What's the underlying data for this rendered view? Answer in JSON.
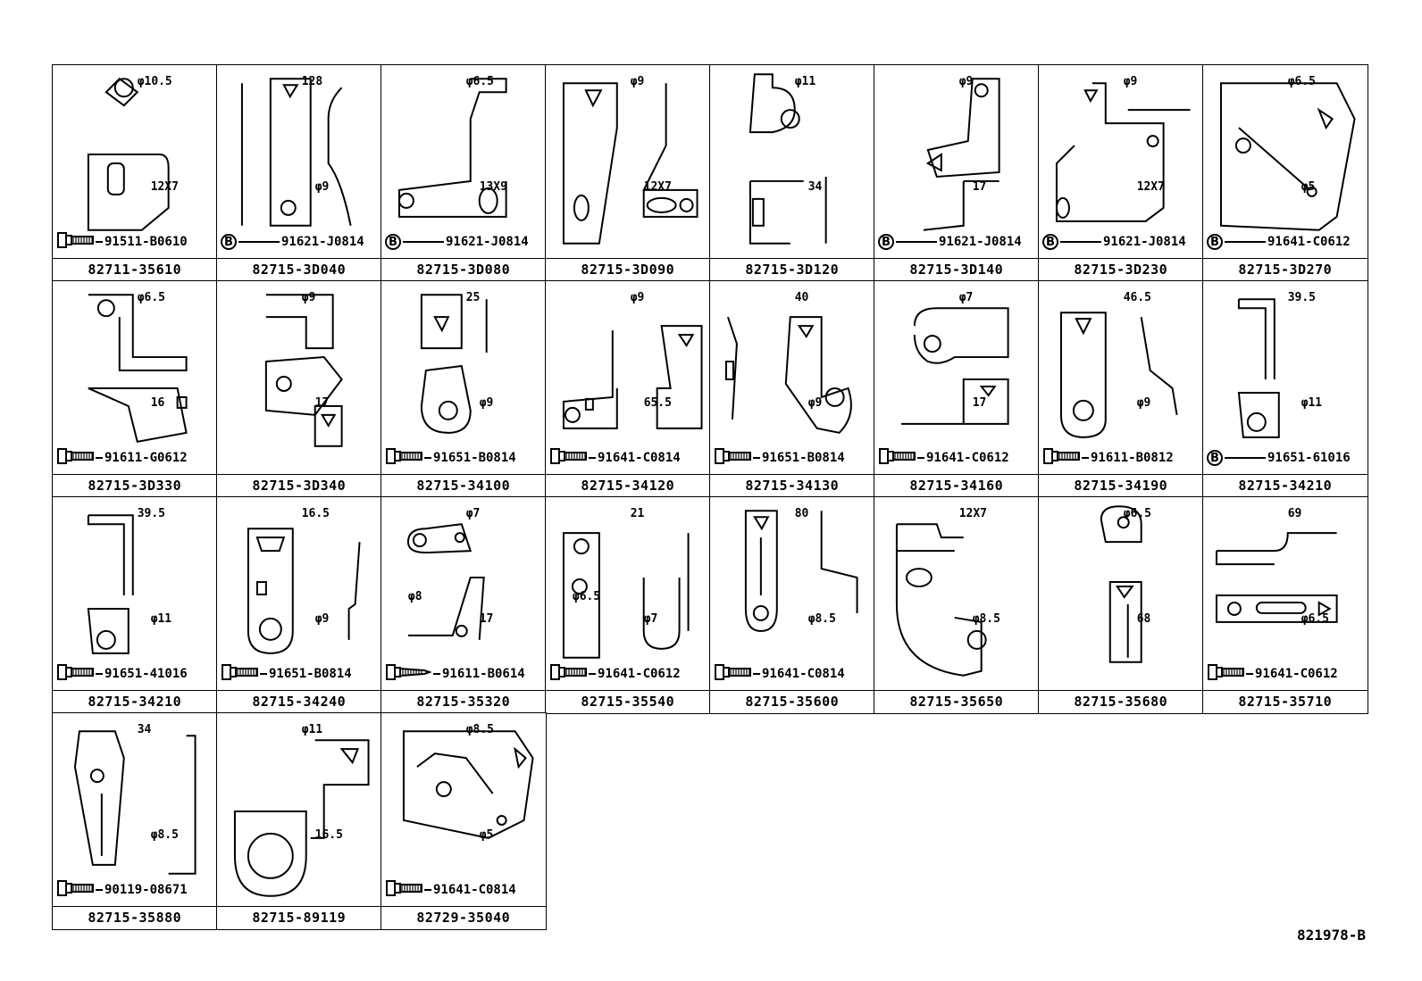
{
  "reference": "821978-B",
  "cells": [
    {
      "part": "82711-35610",
      "fastener": "91511-B0610",
      "ftype": "bolt",
      "labels": [
        "φ10.5",
        "12X7"
      ]
    },
    {
      "part": "82715-3D040",
      "fastener": "91621-J0814",
      "ftype": "B",
      "labels": [
        "128",
        "φ9"
      ]
    },
    {
      "part": "82715-3D080",
      "fastener": "91621-J0814",
      "ftype": "B",
      "labels": [
        "φ6.5",
        "13X9"
      ]
    },
    {
      "part": "82715-3D090",
      "fastener": "",
      "ftype": "none",
      "labels": [
        "φ9",
        "12X7"
      ]
    },
    {
      "part": "82715-3D120",
      "fastener": "",
      "ftype": "none",
      "labels": [
        "φ11",
        "34"
      ]
    },
    {
      "part": "82715-3D140",
      "fastener": "91621-J0814",
      "ftype": "B",
      "labels": [
        "φ9",
        "17"
      ]
    },
    {
      "part": "82715-3D230",
      "fastener": "91621-J0814",
      "ftype": "B",
      "labels": [
        "φ9",
        "12X7"
      ]
    },
    {
      "part": "82715-3D270",
      "fastener": "91641-C0612",
      "ftype": "B",
      "labels": [
        "φ6.5",
        "φ5"
      ]
    },
    {
      "part": "82715-3D330",
      "fastener": "91611-G0612",
      "ftype": "bolt",
      "labels": [
        "φ6.5",
        "16"
      ]
    },
    {
      "part": "82715-3D340",
      "fastener": "",
      "ftype": "none",
      "labels": [
        "φ9",
        "17"
      ]
    },
    {
      "part": "82715-34100",
      "fastener": "91651-B0814",
      "ftype": "bolt",
      "labels": [
        "25",
        "φ9"
      ]
    },
    {
      "part": "82715-34120",
      "fastener": "91641-C0814",
      "ftype": "bolt",
      "labels": [
        "φ9",
        "65.5"
      ]
    },
    {
      "part": "82715-34130",
      "fastener": "91651-B0814",
      "ftype": "bolt",
      "labels": [
        "40",
        "φ9"
      ]
    },
    {
      "part": "82715-34160",
      "fastener": "91641-C0612",
      "ftype": "bolt",
      "labels": [
        "φ7",
        "17"
      ]
    },
    {
      "part": "82715-34190",
      "fastener": "91611-B0812",
      "ftype": "bolt",
      "labels": [
        "46.5",
        "φ9"
      ]
    },
    {
      "part": "82715-34210",
      "fastener": "91651-61016",
      "ftype": "B",
      "labels": [
        "39.5",
        "φ11"
      ]
    },
    {
      "part": "82715-34210",
      "fastener": "91651-41016",
      "ftype": "bolt",
      "labels": [
        "39.5",
        "φ11"
      ]
    },
    {
      "part": "82715-34240",
      "fastener": "91651-B0814",
      "ftype": "bolt",
      "labels": [
        "16.5",
        "φ9"
      ]
    },
    {
      "part": "82715-35320",
      "fastener": "91611-B0614",
      "ftype": "screw",
      "labels": [
        "φ7",
        "17",
        "φ8"
      ]
    },
    {
      "part": "82715-35540",
      "fastener": "91641-C0612",
      "ftype": "bolt",
      "labels": [
        "21",
        "φ7",
        "φ6.5"
      ]
    },
    {
      "part": "82715-35600",
      "fastener": "91641-C0814",
      "ftype": "bolt",
      "labels": [
        "80",
        "φ8.5"
      ]
    },
    {
      "part": "82715-35650",
      "fastener": "",
      "ftype": "none",
      "labels": [
        "12X7",
        "φ8.5"
      ]
    },
    {
      "part": "82715-35680",
      "fastener": "",
      "ftype": "none",
      "labels": [
        "φ6.5",
        "68"
      ]
    },
    {
      "part": "82715-35710",
      "fastener": "91641-C0612",
      "ftype": "bolt",
      "labels": [
        "69",
        "φ6.5"
      ]
    },
    {
      "part": "82715-35880",
      "fastener": "90119-08671",
      "ftype": "bolt",
      "labels": [
        "34",
        "φ8.5"
      ]
    },
    {
      "part": "82715-89119",
      "fastener": "",
      "ftype": "none",
      "labels": [
        "φ11",
        "16.5"
      ]
    },
    {
      "part": "82729-35040",
      "fastener": "91641-C0814",
      "ftype": "bolt",
      "labels": [
        "φ8.5",
        "φ5"
      ]
    }
  ]
}
